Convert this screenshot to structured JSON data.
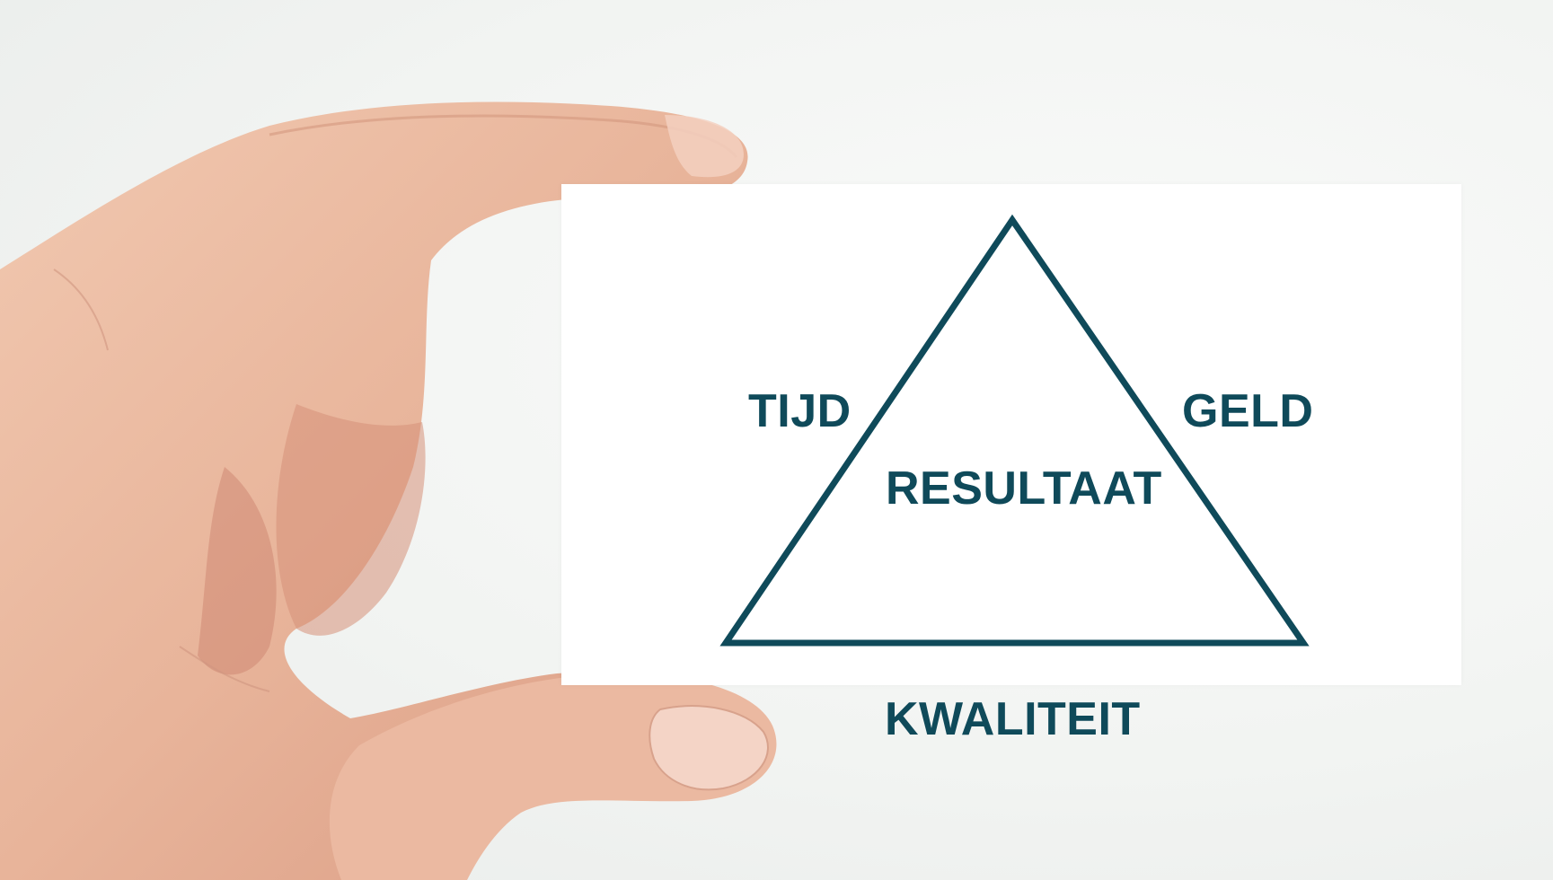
{
  "diagram": {
    "left_label": "TIJD",
    "right_label": "GELD",
    "center_label": "RESULTAAT",
    "bottom_label": "KWALITEIT"
  },
  "colors": {
    "primary": "#0f4a5a",
    "skin": "#e9b8a0",
    "background": "#f2f4f2",
    "card": "#ffffff"
  }
}
